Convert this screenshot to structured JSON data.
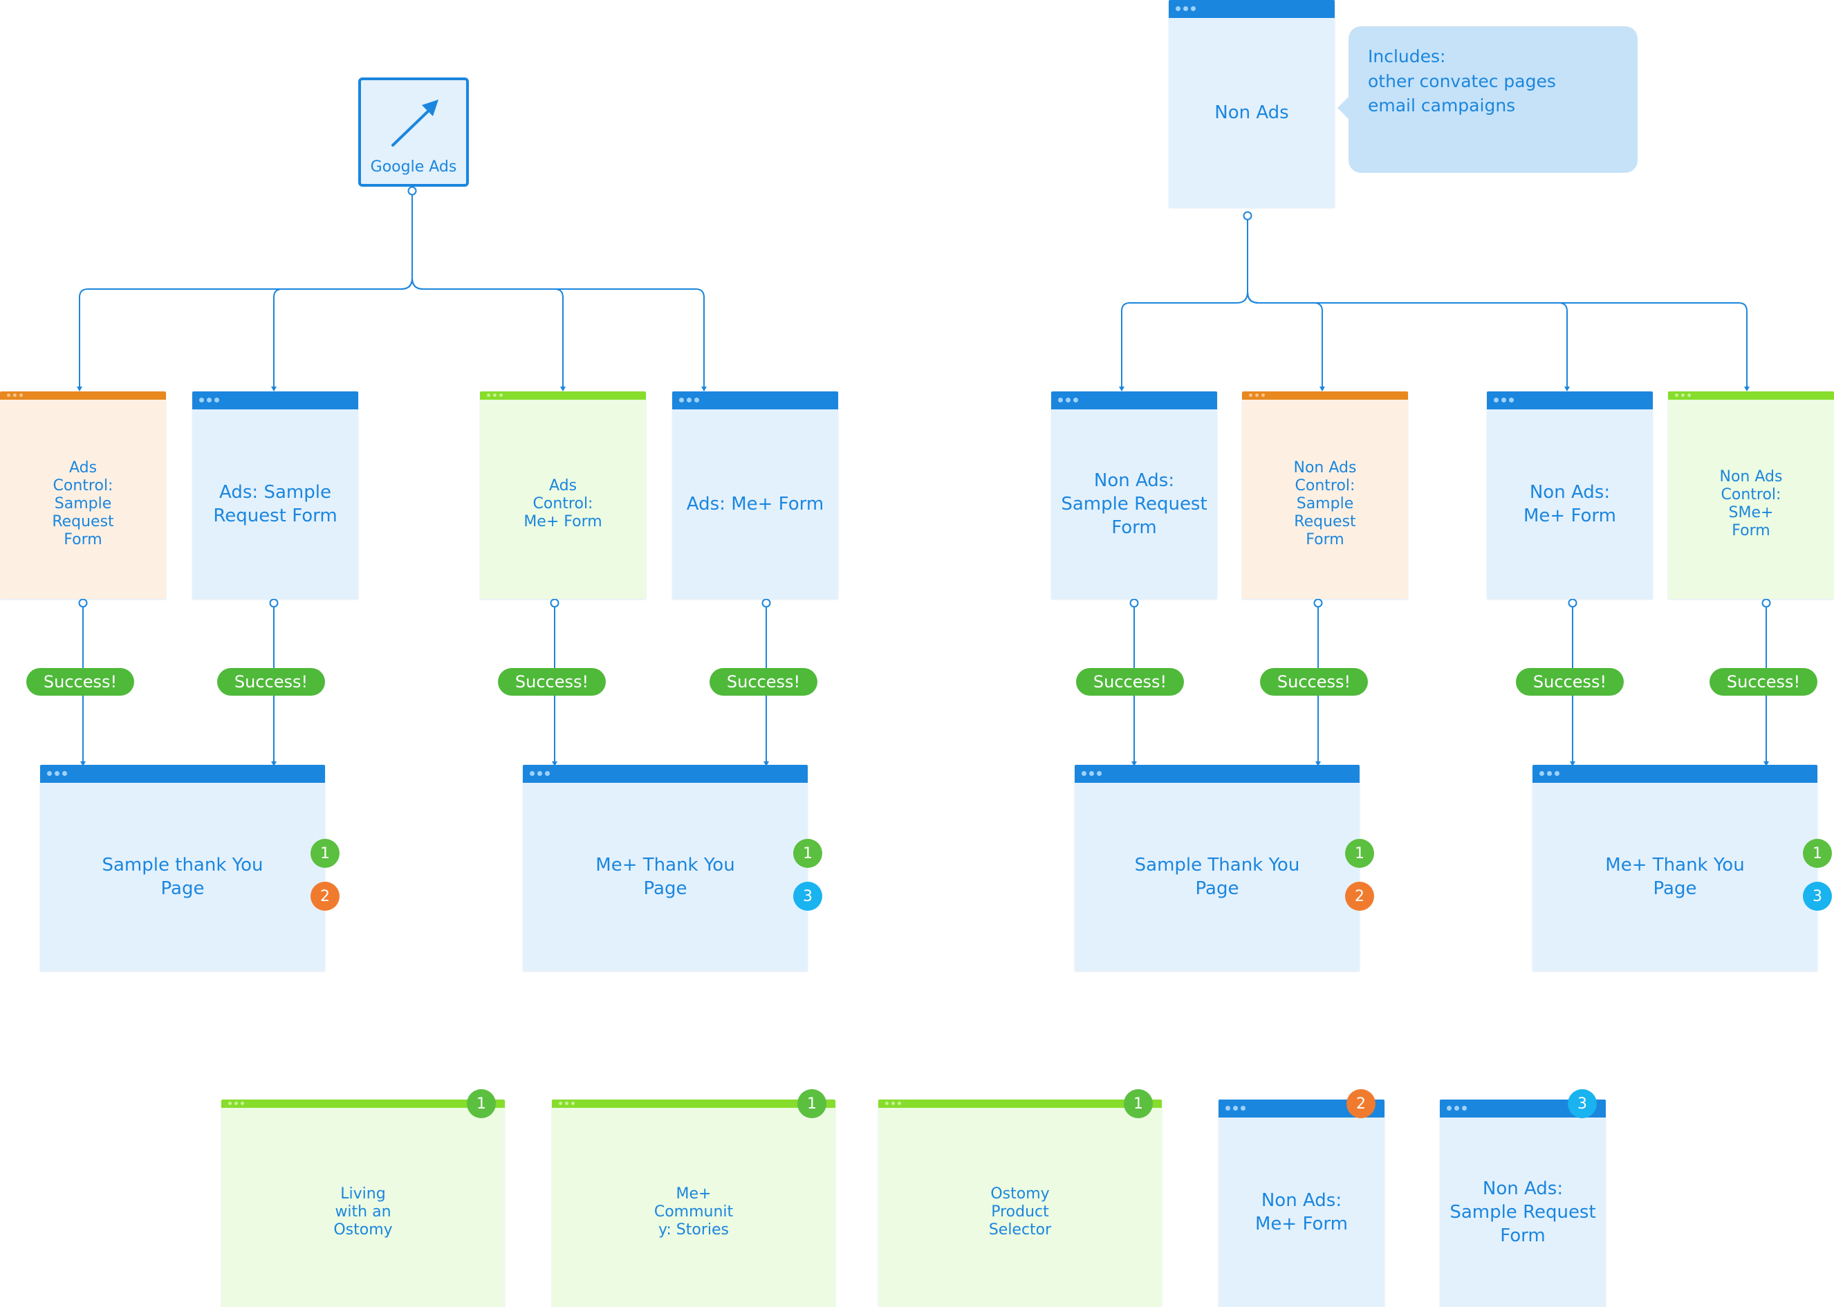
{
  "start_node": {
    "label": "Google Ads",
    "icon": "arrow-up-right-icon"
  },
  "non_ads_node": {
    "label": "Non Ads"
  },
  "callout": {
    "text": "Includes:\nother convatec pages\nemail campaigns"
  },
  "success_label": "Success!",
  "ads_pages": [
    {
      "label": "Ads\nControl:\nSample\nRequest\nForm",
      "variant": "orange"
    },
    {
      "label": "Ads: Sample\nRequest Form",
      "variant": "blue"
    },
    {
      "label": "Ads\nControl:\nMe+ Form",
      "variant": "green"
    },
    {
      "label": "Ads: Me+ Form",
      "variant": "blue"
    }
  ],
  "non_ads_pages": [
    {
      "label": "Non Ads:\nSample Request\nForm",
      "variant": "blue"
    },
    {
      "label": "Non Ads\nControl:\nSample\nRequest\nForm",
      "variant": "orange"
    },
    {
      "label": "Non Ads:\nMe+ Form",
      "variant": "blue"
    },
    {
      "label": "Non Ads\nControl:\nSMe+\nForm",
      "variant": "green"
    }
  ],
  "thank_you_pages": [
    {
      "label": "Sample thank You\nPage",
      "badges": [
        "1",
        "2"
      ]
    },
    {
      "label": "Me+ Thank You\nPage",
      "badges": [
        "1",
        "3"
      ]
    },
    {
      "label": "Sample Thank You\nPage",
      "badges": [
        "1",
        "2"
      ]
    },
    {
      "label": "Me+ Thank You\nPage",
      "badges": [
        "1",
        "3"
      ]
    }
  ],
  "legend_pages": [
    {
      "label": "Living\nwith an\nOstomy",
      "variant": "green",
      "badge": "1"
    },
    {
      "label": "Me+\nCommunit\ny: Stories",
      "variant": "green",
      "badge": "1"
    },
    {
      "label": "Ostomy\nProduct\nSelector",
      "variant": "green",
      "badge": "1"
    },
    {
      "label": "Non Ads:\nMe+ Form",
      "variant": "blue",
      "badge": "2"
    },
    {
      "label": "Non Ads:\nSample Request\nForm",
      "variant": "blue",
      "badge": "3"
    }
  ],
  "colors": {
    "accent": "#1b86de",
    "badge_1": "#5bbf3f",
    "badge_2": "#f07b2e",
    "badge_3": "#19b3ef",
    "success": "#4fb93a"
  }
}
